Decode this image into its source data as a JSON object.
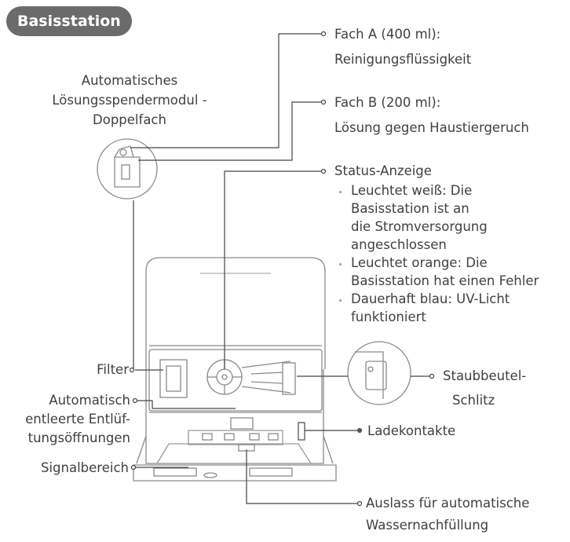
{
  "title": "Basisstation",
  "labels": {
    "fach_a_title": "Fach A (400 ml):",
    "fach_a_desc": "Reinigungsflüssigkeit",
    "fach_b_title": "Fach B (200 ml):",
    "fach_b_desc": "Lösung gegen Haustiergeruch",
    "dispenser": [
      "Automatisches",
      "Lösungsspendermodul -",
      "Doppelfach"
    ],
    "status_title": "Status-Anzeige",
    "status_items": [
      [
        "Leuchtet weiß: Die",
        "Basisstation ist an",
        "die Stromversorgung",
        "angeschlossen"
      ],
      [
        "Leuchtet orange: Die",
        "Basisstation hat einen Fehler"
      ],
      [
        "Dauerhaft blau: UV-Licht",
        "funktioniert"
      ]
    ],
    "filter": "Filter",
    "vents": [
      "Automatisch",
      "entleerte Entlüf-",
      "tungsöffnungen"
    ],
    "signal": "Signalbereich",
    "dust_bag": [
      "Staubbeutel-",
      "Schlitz"
    ],
    "charging": "Ladekontakte",
    "outlet": [
      "Auslass für automatische",
      "Wassernachfüllung"
    ]
  },
  "colors": {
    "badge_bg": "#6b6b6b",
    "text": "#404040",
    "line": "#444444",
    "device_line": "#8a8a8a"
  }
}
